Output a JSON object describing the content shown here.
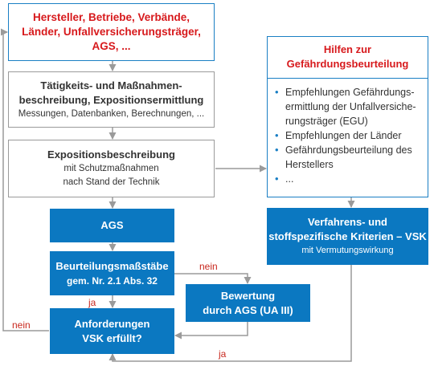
{
  "boxes": {
    "hersteller": {
      "lines": [
        "Hersteller, Betriebe, Verbände,",
        "Länder, Unfallversicherungsträger,",
        "AGS, ..."
      ]
    },
    "taetigkeit": {
      "lines": [
        "Tätigkeits- und Maßnahmen-",
        "beschreibung, Expositionsermittlung"
      ],
      "sub": "Messungen, Datenbanken, Berechnungen, ..."
    },
    "exposition": {
      "title": "Expositionsbeschreibung",
      "sub_lines": [
        "mit Schutzmaßnahmen",
        "nach Stand der Technik"
      ]
    },
    "ags": {
      "label": "AGS"
    },
    "beurteilung": {
      "lines": [
        "Beurteilungsmaßstäbe",
        "gem. Nr. 2.1 Abs. 32"
      ]
    },
    "bewertung": {
      "lines": [
        "Bewertung",
        "durch AGS (UA III)"
      ]
    },
    "anforderungen": {
      "lines": [
        "Anforderungen",
        "VSK erfüllt?"
      ]
    },
    "hilfen": {
      "title_lines": [
        "Hilfen zur",
        "Gefährdungsbeurteilung"
      ],
      "items": [
        [
          "Empfehlungen Gefährdungs-",
          "ermittlung der Unfallversiche-",
          "rungsträger (EGU)"
        ],
        [
          "Empfehlungen der Länder"
        ],
        [
          "Gefährdungsbeurteilung des",
          "Herstellers"
        ],
        [
          "..."
        ]
      ]
    },
    "verfahren": {
      "lines": [
        "Verfahrens- und",
        "stoffspezifische Kriterien – VSK"
      ],
      "sub": "mit Vermutungswirkung"
    }
  },
  "labels": {
    "nein_top": "nein",
    "ja_left": "ja",
    "nein_left": "nein",
    "ja_bottom": "ja"
  },
  "colors": {
    "blue": "#0b78c1",
    "red": "#d7191c",
    "grey_line": "#9a9a9a",
    "label_red": "#c8281e"
  }
}
